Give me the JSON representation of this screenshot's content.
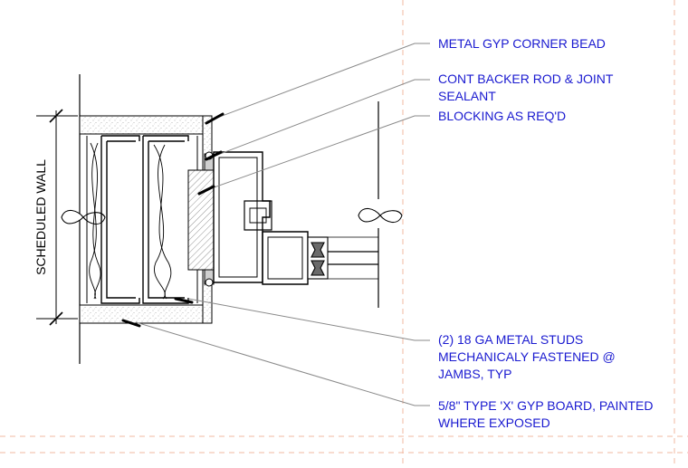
{
  "callouts": {
    "corner_bead": "METAL GYP CORNER BEAD",
    "backer_rod_line1": "CONT BACKER ROD & JOINT",
    "backer_rod_line2": "SEALANT",
    "blocking": "BLOCKING AS REQ'D",
    "studs_line1": "(2) 18 GA METAL STUDS",
    "studs_line2": "MECHANICALY FASTENED @",
    "studs_line3": "JAMBS, TYP",
    "gyp_line1": "5/8\" TYPE 'X' GYP BOARD, PAINTED",
    "gyp_line2": "WHERE EXPOSED"
  },
  "dimension_label": "SCHEDULED WALL",
  "colors": {
    "note_text": "#1a1ad0",
    "leader": "#8a8a8a",
    "grid_dash": "#f2b8a0",
    "linework": "#000000"
  }
}
